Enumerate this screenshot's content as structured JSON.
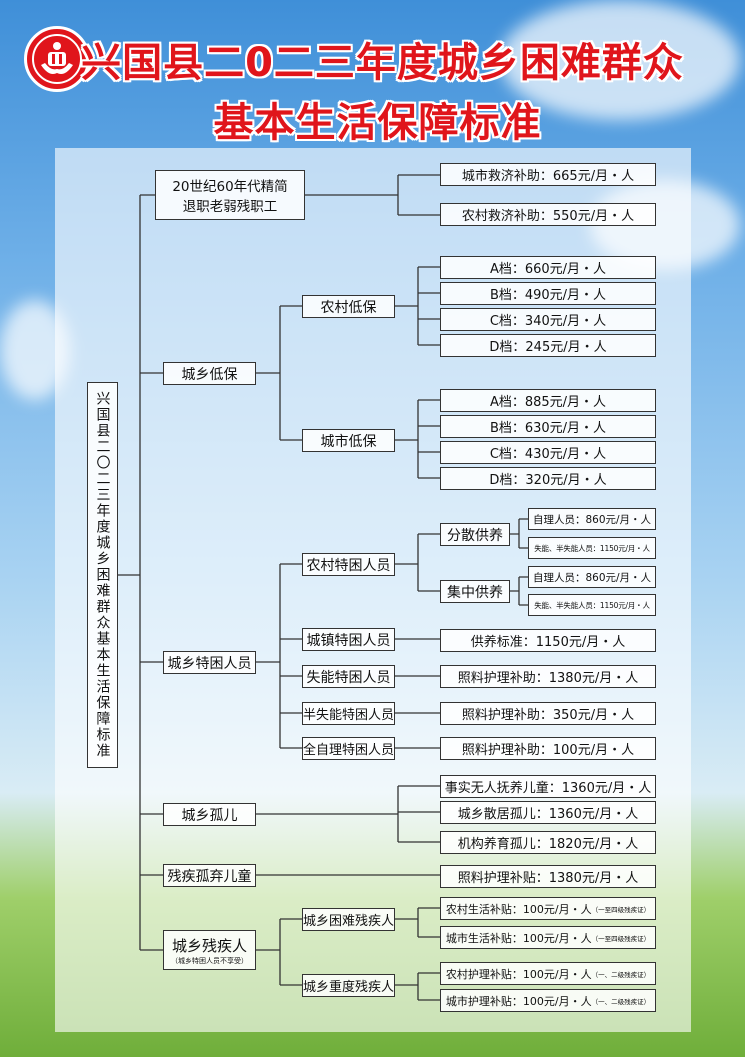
{
  "title": {
    "line1": "兴国县二0二三年度城乡困难群众",
    "line2": "基本生活保障标准"
  },
  "logo": {
    "name": "civil-affairs-logo",
    "color": "#e0151b"
  },
  "root": "兴国县二〇二三年度城乡困难群众基本生活保障标准",
  "retired": {
    "label_1": "20世纪60年代精简",
    "label_2": "退职老弱残职工",
    "items": [
      "城市救济补助：665元/月・人",
      "农村救济补助：550元/月・人"
    ]
  },
  "dibao": {
    "label": "城乡低保",
    "rural": {
      "label": "农村低保",
      "items": [
        "A档：660元/月・人",
        "B档：490元/月・人",
        "C档：340元/月・人",
        "D档：245元/月・人"
      ]
    },
    "urban": {
      "label": "城市低保",
      "items": [
        "A档：885元/月・人",
        "B档：630元/月・人",
        "C档：430元/月・人",
        "D档：320元/月・人"
      ]
    }
  },
  "tekun": {
    "label": "城乡特困人员",
    "rural": {
      "label": "农村特困人员",
      "scattered": {
        "label": "分散供养",
        "items": [
          "自理人员：860元/月・人",
          "失能、半失能人员：1150元/月・人"
        ]
      },
      "central": {
        "label": "集中供养",
        "items": [
          "自理人员：860元/月・人",
          "失能、半失能人员：1150元/月・人"
        ]
      }
    },
    "town": {
      "label": "城镇特困人员",
      "value": "供养标准：1150元/月・人"
    },
    "disabled": {
      "label": "失能特困人员",
      "value": "照料护理补助：1380元/月・人"
    },
    "semi": {
      "label": "半失能特困人员",
      "value": "照料护理补助：350元/月・人"
    },
    "self": {
      "label": "全自理特困人员",
      "value": "照料护理补助：100元/月・人"
    }
  },
  "orphan": {
    "label": "城乡孤儿",
    "items": [
      "事实无人抚养儿童：1360元/月・人",
      "城乡散居孤儿：1360元/月・人",
      "机构养育孤儿：1820元/月・人"
    ]
  },
  "abandoned": {
    "label": "残疾孤弃儿童",
    "value": "照料护理补贴：1380元/月・人"
  },
  "disability": {
    "label": "城乡残疾人",
    "note": "（城乡特困人员不享受）",
    "poor": {
      "label": "城乡困难残疾人",
      "items": [
        {
          "text": "农村生活补贴：100元/月・人",
          "note": "（一至四级残疾证）"
        },
        {
          "text": "城市生活补贴：100元/月・人",
          "note": "（一至四级残疾证）"
        }
      ]
    },
    "severe": {
      "label": "城乡重度残疾人",
      "items": [
        {
          "text": "农村护理补贴：100元/月・人",
          "note": "（一、二级残疾证）"
        },
        {
          "text": "城市护理补贴：100元/月・人",
          "note": "（一、二级残疾证）"
        }
      ]
    }
  }
}
